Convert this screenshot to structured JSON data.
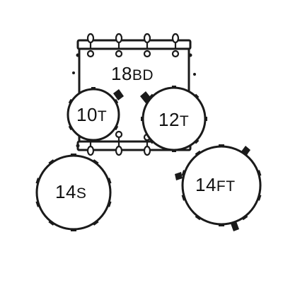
{
  "drums": {
    "bass": {
      "number": "18",
      "suffix": "BD"
    },
    "tom_rack_left": {
      "number": "10",
      "suffix": "T"
    },
    "tom_rack_right": {
      "number": "12",
      "suffix": "T"
    },
    "snare": {
      "number": "14",
      "suffix": "S"
    },
    "floor_tom": {
      "number": "14",
      "suffix": "FT"
    }
  },
  "colors": {
    "stroke": "#1a1a1a",
    "fill": "#ffffff",
    "text": "#111111"
  }
}
